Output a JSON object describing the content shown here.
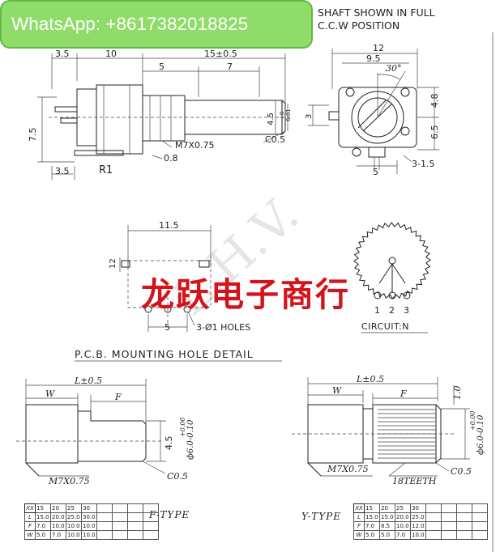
{
  "header": {
    "whatsapp": "WhatsApp: +8617382018825",
    "shaft_note_1": "SHAFT SHOWN IN FULL",
    "shaft_note_2": "C.C.W POSITION"
  },
  "watermark": {
    "text": "L.H.V."
  },
  "shop_name": "龙跃电子商行",
  "side_view": {
    "dims": {
      "d1": "3.5",
      "d2": "10",
      "d3": "15±0.5",
      "d4": "5",
      "d5": "7",
      "d6": "7.5",
      "d7": "4.5",
      "d8_a": "+0",
      "d8_b": "6-01",
      "d9": "3.5",
      "d10": "0.8"
    },
    "thread": "M7X0.75",
    "chamfer": "C0.5",
    "ref": "R1"
  },
  "front_view": {
    "dims": {
      "w": "12",
      "w2": "9.5",
      "angle": "30°",
      "h1": "3",
      "h2": "4.8",
      "h3": "6.5",
      "b1": "5",
      "b2": "3-1.5"
    }
  },
  "pcb": {
    "dims": {
      "w": "11.5",
      "h": "12",
      "pitch": "5"
    },
    "holes": "3-Ø1 HOLES",
    "title": "P.C.B. MOUNTING HOLE DETAIL"
  },
  "circuit": {
    "title": "CIRCUIT:N",
    "pins": [
      "1",
      "2",
      "3"
    ]
  },
  "f_type": {
    "label": "F-TYPE",
    "dims": {
      "l": "L±0.5",
      "w": "W",
      "f": "F",
      "h": "4.5",
      "dia_a": "+0.00",
      "dia_b": "ф6.0-0.10"
    },
    "thread": "M7X0.75",
    "chamfer": "C0.5",
    "table": {
      "header": [
        "XX",
        "15",
        "20",
        "25",
        "30",
        "",
        "",
        "",
        ""
      ],
      "rows": [
        [
          "L",
          "15.0",
          "20.0",
          "25.0",
          "30.0",
          "",
          "",
          "",
          ""
        ],
        [
          "F",
          "7.0",
          "10.0",
          "10.0",
          "10.0",
          "",
          "",
          "",
          ""
        ],
        [
          "W",
          "5.0",
          "7.0",
          "10.0",
          "10.0",
          "",
          "",
          "",
          ""
        ]
      ]
    }
  },
  "y_type": {
    "label": "Y-TYPE",
    "dims": {
      "l": "L±0.5",
      "w": "W",
      "f": "F",
      "h": "1.0",
      "dia_a": "+0.00",
      "dia_b": "ф6.0-0.10"
    },
    "thread": "M7X0.75",
    "teeth": "18TEETH",
    "chamfer": "C0.5",
    "table": {
      "header": [
        "XX",
        "15",
        "20",
        "25",
        "30",
        "",
        "",
        "",
        ""
      ],
      "rows": [
        [
          "L",
          "15.0",
          "15.0",
          "20.0",
          "25.0",
          "",
          "",
          "",
          ""
        ],
        [
          "F",
          "7.0",
          "8.5",
          "10.0",
          "12.0",
          "",
          "",
          "",
          ""
        ],
        [
          "W",
          "5.0",
          "5.0",
          "7.0",
          "10.0",
          "",
          "",
          "",
          ""
        ]
      ]
    }
  }
}
